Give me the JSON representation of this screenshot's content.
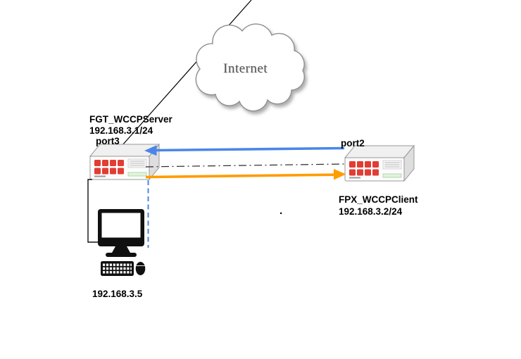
{
  "diagram": {
    "internet": {
      "label": "Internet"
    },
    "server": {
      "name": "FGT_WCCPServer",
      "ip": "192.168.3.1/24",
      "port_label": "port3"
    },
    "client": {
      "name": "FPX_WCCPClient",
      "ip": "192.168.3.2/24",
      "port_label": "port2"
    },
    "host": {
      "ip": "192.168.3.5"
    },
    "stray_dot": ".",
    "colors": {
      "blue": "#4a86e8",
      "orange": "#ff9c00",
      "fortinet_red": "#e23c33",
      "dashdot_black": "#2b2b2b"
    }
  }
}
